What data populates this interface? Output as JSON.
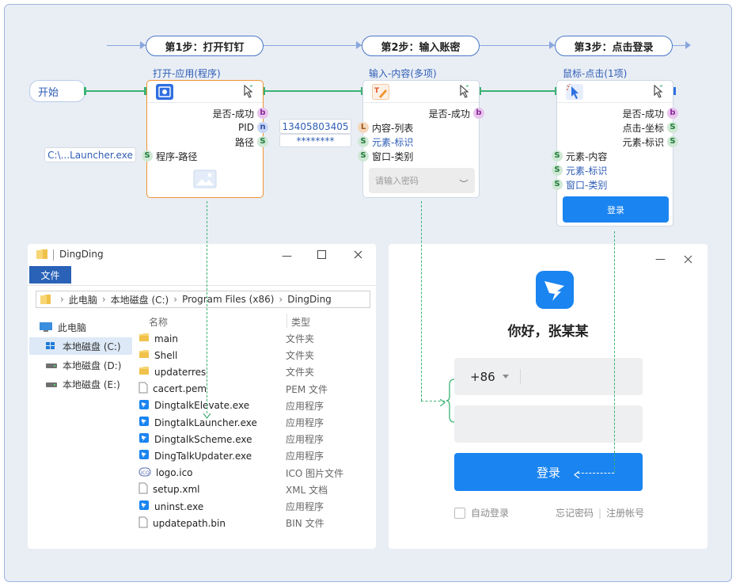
{
  "steps": [
    {
      "label": "第1步：打开钉钉"
    },
    {
      "label": "第2步：输入账密"
    },
    {
      "label": "第3步：点击登录"
    }
  ],
  "start": {
    "label": "开始"
  },
  "node_open_app": {
    "caption": "打开-应用(程序)",
    "outputs": [
      {
        "label": "是否-成功",
        "badge": "b"
      },
      {
        "label": "PID",
        "badge": "n"
      },
      {
        "label": "路径",
        "badge": "S"
      }
    ],
    "inputs": [
      {
        "label": "程序-路径",
        "badge": "S"
      }
    ]
  },
  "launcher_value": "C:\\...Launcher.exe",
  "value_tags": {
    "phone": "13405803405",
    "password": "********"
  },
  "node_input": {
    "caption": "输入-内容(多项)",
    "outputs": [
      {
        "label": "是否-成功",
        "badge": "b"
      }
    ],
    "inputs": [
      {
        "label": "内容-列表",
        "badge": "L"
      },
      {
        "label": "元素-标识",
        "badge": "S"
      },
      {
        "label": "窗口-类别",
        "badge": "S"
      }
    ],
    "password_placeholder": "请输入密码"
  },
  "node_click": {
    "caption": "鼠标-点击(1项)",
    "outputs": [
      {
        "label": "是否-成功",
        "badge": "b"
      },
      {
        "label": "点击-坐标",
        "badge": "S"
      },
      {
        "label": "元素-标识",
        "badge": "S"
      }
    ],
    "inputs": [
      {
        "label": "元素-内容",
        "badge": "S"
      },
      {
        "label": "元素-标识",
        "badge": "S"
      },
      {
        "label": "窗口-类别",
        "badge": "S"
      }
    ],
    "button_label": "登录"
  },
  "explorer": {
    "title": "DingDing",
    "file_tab": "文件",
    "breadcrumb": [
      "此电脑",
      "本地磁盘 (C:)",
      "Program Files (x86)",
      "DingDing"
    ],
    "tree": [
      {
        "label": "此电脑"
      },
      {
        "label": "本地磁盘 (C:)"
      },
      {
        "label": "本地磁盘 (D:)"
      },
      {
        "label": "本地磁盘 (E:)"
      }
    ],
    "columns": {
      "name": "名称",
      "type": "类型"
    },
    "files": [
      {
        "name": "main",
        "type": "文件夹",
        "icon": "folder"
      },
      {
        "name": "Shell",
        "type": "文件夹",
        "icon": "folder"
      },
      {
        "name": "updaterres",
        "type": "文件夹",
        "icon": "folder"
      },
      {
        "name": "cacert.pem",
        "type": "PEM 文件",
        "icon": "doc"
      },
      {
        "name": "DingtalkElevate.exe",
        "type": "应用程序",
        "icon": "app"
      },
      {
        "name": "DingtalkLauncher.exe",
        "type": "应用程序",
        "icon": "app"
      },
      {
        "name": "DingtalkScheme.exe",
        "type": "应用程序",
        "icon": "app"
      },
      {
        "name": "DingTalkUpdater.exe",
        "type": "应用程序",
        "icon": "app"
      },
      {
        "name": "logo.ico",
        "type": "ICO 图片文件",
        "icon": "ico"
      },
      {
        "name": "setup.xml",
        "type": "XML 文档",
        "icon": "doc"
      },
      {
        "name": "uninst.exe",
        "type": "应用程序",
        "icon": "app"
      },
      {
        "name": "updatepath.bin",
        "type": "BIN 文件",
        "icon": "doc"
      }
    ]
  },
  "login": {
    "greeting": "你好，张某某",
    "country_code": "+86",
    "login_button": "登录",
    "auto_login": "自动登录",
    "forgot_password": "忘记密码",
    "divider": "|",
    "register": "注册帐号",
    "brand_color": "#1a84f0"
  },
  "colors": {
    "flow_line": "#3bb273",
    "step_border": "#4a79c8",
    "selected_border": "#f0932f"
  }
}
